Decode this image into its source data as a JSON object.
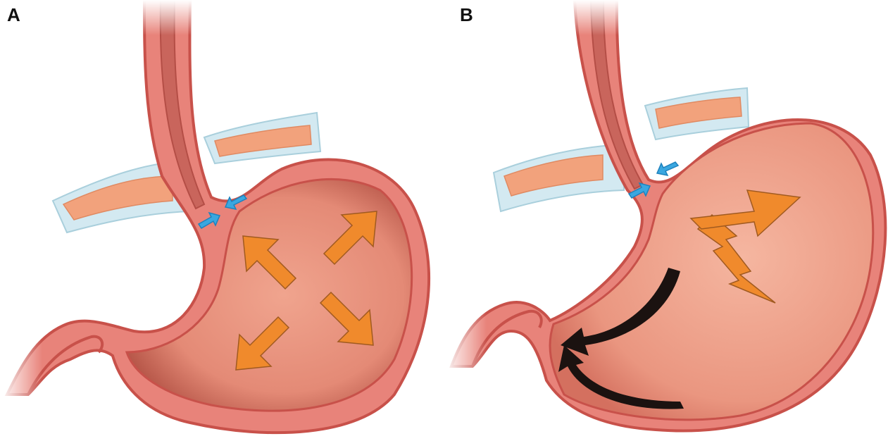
{
  "panels": [
    {
      "label": "A"
    },
    {
      "label": "B"
    }
  ],
  "colors": {
    "stomach_wall": "#e8837a",
    "stomach_outline": "#c8514a",
    "stomach_lumen": "#e99782",
    "lumen_shadow": "#b8584a",
    "esophagus": "#e27b74",
    "diaphragm": "#cfe6ee",
    "diaphragm_tissue": "#f2a27c",
    "sphincter_arrow": "#3aa7e0",
    "force_arrow": "#f08a2c",
    "flow_arrow": "#1b1210"
  },
  "icons": {
    "expansion_arrows": "orange-expansion-arrow",
    "lower_esophageal_sphincter": "blue-sphincter-arrow",
    "gastric_contraction": "black-flow-arrow",
    "zigzag_force": "orange-zigzag-arrow"
  }
}
